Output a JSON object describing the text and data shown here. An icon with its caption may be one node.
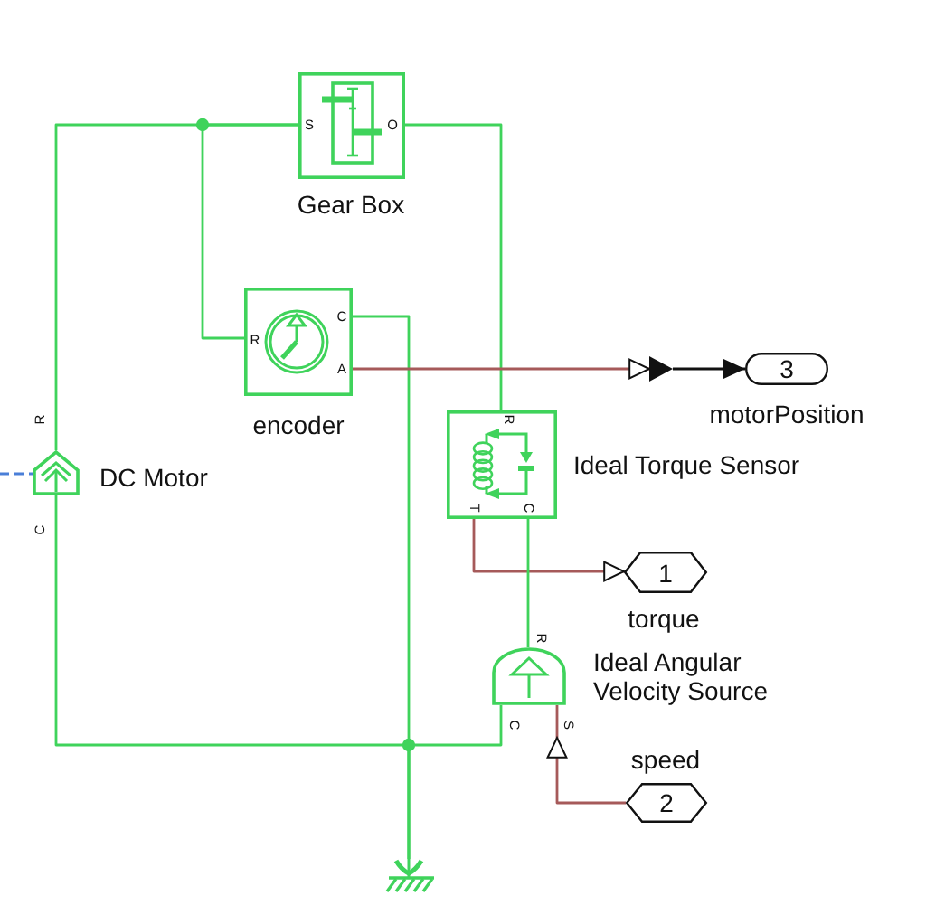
{
  "diagram": {
    "nodes": [
      {
        "text": [
          "S",
          "O",
          "Gear Box"
        ]
      },
      {
        "text": [
          "C",
          "R",
          "A",
          "encoder"
        ]
      },
      {
        "text": [],
        "shape": "triangle"
      },
      {
        "text": [
          "3",
          "motorPosition"
        ]
      },
      {
        "text": [
          "R",
          "Ideal Torque Sensor",
          "T",
          "C"
        ]
      },
      {
        "text": [
          "R",
          "DC Motor",
          "C"
        ]
      },
      {
        "text": [
          "1",
          "torque"
        ]
      },
      {
        "text": [
          "R",
          "Ideal Angular Velocity Source",
          "C",
          "S"
        ]
      },
      {
        "text": [
          "speed",
          "2"
        ]
      },
      {
        "text": [],
        "shape": "ground"
      }
    ],
    "edges": [
      {
        "from": 0,
        "to": 5,
        "arrow": "none"
      },
      {
        "from": 0,
        "to": 1,
        "arrow": "none"
      },
      {
        "from": 0,
        "to": 4,
        "arrow": "none"
      },
      {
        "from": 1,
        "to": 9,
        "arrow": "none"
      },
      {
        "from": 1,
        "to": 2,
        "arrow": "to",
        "color": "#a65a5a"
      },
      {
        "from": 2,
        "to": 3,
        "arrow": "to",
        "color": "#111111"
      },
      {
        "from": 4,
        "to": 6,
        "arrow": "to",
        "color": "#a65a5a"
      },
      {
        "from": 4,
        "to": 7,
        "arrow": "none"
      },
      {
        "from": 5,
        "to": 9,
        "arrow": "none"
      },
      {
        "from": 7,
        "to": 9,
        "arrow": "none"
      },
      {
        "from": 8,
        "to": 7,
        "arrow": "to",
        "color": "#a65a5a"
      },
      {
        "from": null,
        "to": 5,
        "arrow": "none",
        "style": "dashed",
        "color": "#4a7fd8"
      }
    ]
  }
}
